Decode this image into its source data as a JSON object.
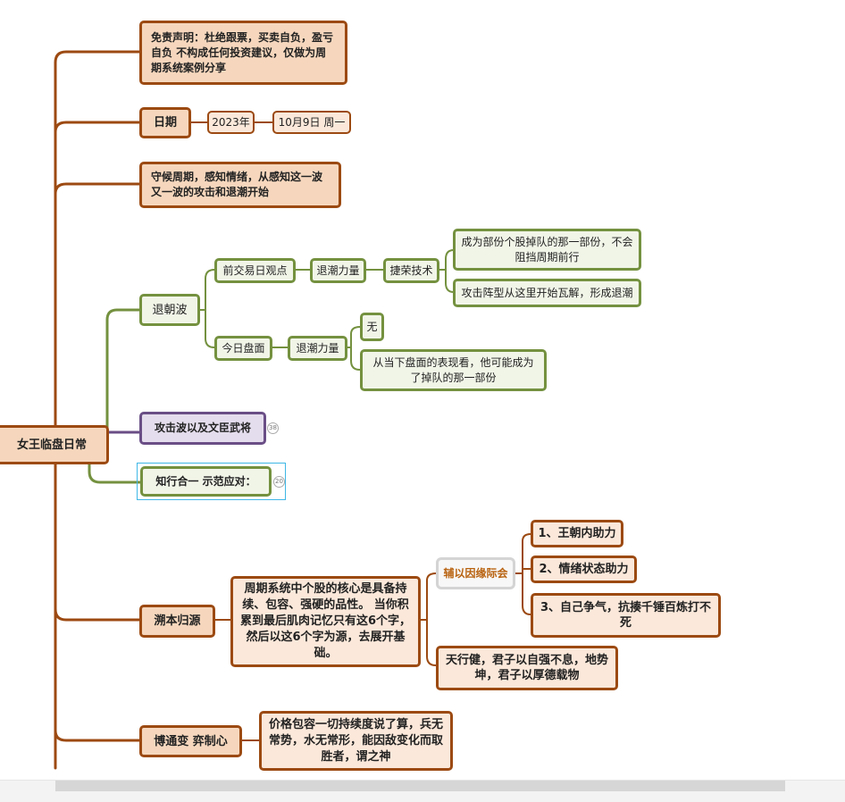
{
  "root": "女王临盘日常",
  "disclaimer": "免责声明：杜绝跟票，买卖自负，盈亏自负 不构成任何投资建议，仅做为周期系统案例分享",
  "date": {
    "label": "日期",
    "year": "2023年",
    "day": "10月9日 周一"
  },
  "watch": "守候周期，感知情绪，从感知这一波又一波的攻击和退潮开始",
  "retreat": {
    "label": "退朝波",
    "prev": {
      "label": "前交易日观点",
      "force": "退潮力量",
      "tech": "捷荣技术",
      "points": [
        "成为部份个股掉队的那一部份，不会阻挡周期前行",
        "攻击阵型从这里开始瓦解，形成退潮"
      ]
    },
    "today": {
      "label": "今日盘面",
      "force": "退潮力量",
      "points": [
        "无",
        "从当下盘面的表现看，他可能成为了掉队的那一部份"
      ]
    }
  },
  "attack": {
    "label": "攻击波以及文臣武将",
    "badge": "38"
  },
  "zhixing": {
    "label": "知行合一  示范应对：",
    "badge": "20"
  },
  "origin": {
    "label": "溯本归源",
    "core": "周期系统中个股的核心是具备持续、包容、强硬的品性。 当你积累到最后肌肉记忆只有这6个字，然后以这6个字为源，去展开基础。",
    "aux": "辅以因缘际会",
    "aux_items": [
      "1、王朝内助力",
      "2、情绪状态助力",
      "3、自己争气，抗揍千锤百炼打不死"
    ],
    "tian": "天行健，君子以自强不息，地势坤，君子以厚德载物"
  },
  "change": {
    "label": "博通变 弈制心",
    "text": "价格包容一切持续度说了算，兵无常势，水无常形，能因敌变化而取胜者，谓之神"
  }
}
